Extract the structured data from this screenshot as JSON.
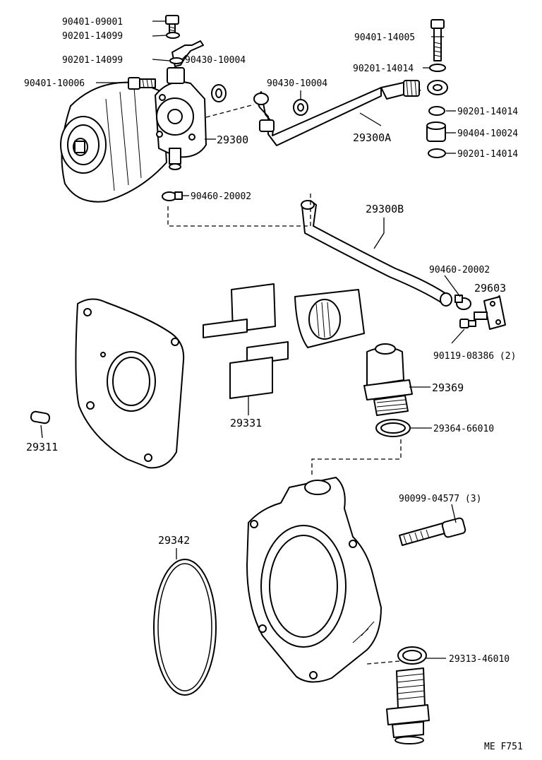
{
  "labels": {
    "p_90401_09001": "90401-09001",
    "p_90201_14099_a": "90201-14099",
    "p_90201_14099_b": "90201-14099",
    "p_90430_10004_a": "90430-10004",
    "p_90401_10006": "90401-10006",
    "p_90430_10004_b": "90430-10004",
    "p_29300": "29300",
    "p_90460_20002_a": "90460-20002",
    "p_90401_14005": "90401-14005",
    "p_90201_14014_a": "90201-14014",
    "p_90201_14014_b": "90201-14014",
    "p_90404_10024": "90404-10024",
    "p_90201_14014_c": "90201-14014",
    "p_29300A": "29300A",
    "p_29300B": "29300B",
    "p_90460_20002_b": "90460-20002",
    "p_29603": "29603",
    "p_90119_08386": "90119-08386 (2)",
    "p_29369": "29369",
    "p_29331": "29331",
    "p_29311": "29311",
    "p_29364_66010": "29364-66010",
    "p_90099_04577": "90099-04577 (3)",
    "p_29342": "29342",
    "p_29313_46010": "29313-46010"
  },
  "footer": {
    "code": "ME F751"
  }
}
